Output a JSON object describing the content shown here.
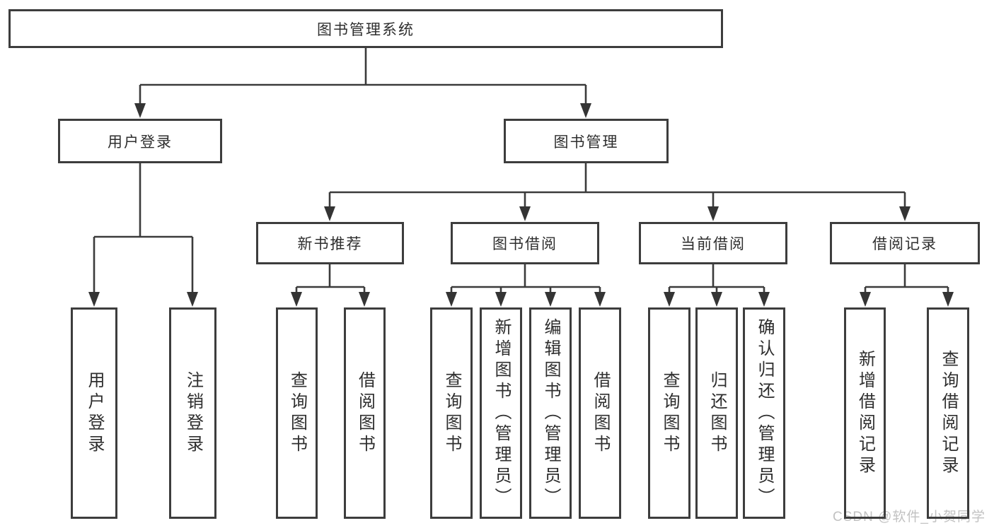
{
  "diagram": {
    "type": "hierarchy-tree",
    "nodes": {
      "root": {
        "label": "图书管理系统"
      },
      "user_login": {
        "label": "用户登录"
      },
      "book_management": {
        "label": "图书管理"
      },
      "new_book_recommend": {
        "label": "新书推荐"
      },
      "book_borrow": {
        "label": "图书借阅"
      },
      "current_borrow": {
        "label": "当前借阅"
      },
      "borrow_record": {
        "label": "借阅记录"
      },
      "leaf_user_login": {
        "label": "用户登录"
      },
      "leaf_logout": {
        "label": "注销登录"
      },
      "leaf_recommend_query": {
        "label": "查询图书"
      },
      "leaf_recommend_borrow": {
        "label": "借阅图书"
      },
      "leaf_borrow_query": {
        "label": "查询图书"
      },
      "leaf_borrow_add": {
        "label": "新增图书（管理员）"
      },
      "leaf_borrow_edit": {
        "label": "编辑图书（管理员）"
      },
      "leaf_borrow_borrow": {
        "label": "借阅图书"
      },
      "leaf_current_query": {
        "label": "查询图书"
      },
      "leaf_current_return": {
        "label": "归还图书"
      },
      "leaf_current_confirm": {
        "label": "确认归还（管理员）"
      },
      "leaf_record_add": {
        "label": "新增借阅记录"
      },
      "leaf_record_query": {
        "label": "查询借阅记录"
      }
    },
    "edges": [
      [
        "root",
        "user_login"
      ],
      [
        "root",
        "book_management"
      ],
      [
        "user_login",
        "leaf_user_login"
      ],
      [
        "user_login",
        "leaf_logout"
      ],
      [
        "book_management",
        "new_book_recommend"
      ],
      [
        "book_management",
        "book_borrow"
      ],
      [
        "book_management",
        "current_borrow"
      ],
      [
        "book_management",
        "borrow_record"
      ],
      [
        "new_book_recommend",
        "leaf_recommend_query"
      ],
      [
        "new_book_recommend",
        "leaf_recommend_borrow"
      ],
      [
        "book_borrow",
        "leaf_borrow_query"
      ],
      [
        "book_borrow",
        "leaf_borrow_add"
      ],
      [
        "book_borrow",
        "leaf_borrow_edit"
      ],
      [
        "book_borrow",
        "leaf_borrow_borrow"
      ],
      [
        "current_borrow",
        "leaf_current_query"
      ],
      [
        "current_borrow",
        "leaf_current_return"
      ],
      [
        "current_borrow",
        "leaf_current_confirm"
      ],
      [
        "borrow_record",
        "leaf_record_add"
      ],
      [
        "borrow_record",
        "leaf_record_query"
      ]
    ],
    "colors": {
      "line": "#3b3b3b",
      "border": "#3d3d3d",
      "text": "#2e2e2e",
      "background": "#ffffff"
    }
  },
  "watermark": {
    "text": "CSDN @软件_小贺同学",
    "color": "#c2c2c2"
  }
}
